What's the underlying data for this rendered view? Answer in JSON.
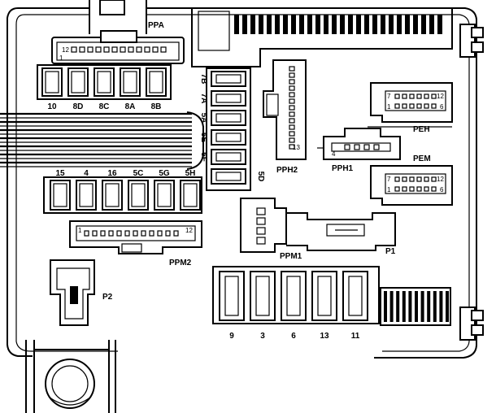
{
  "connectors": {
    "ppa": "PPA",
    "ppa_pin1": "1",
    "ppa_pin12": "12",
    "pph1": "PPH1",
    "pph1_pin": "4",
    "pph2": "PPH2",
    "pph2_pin": "13",
    "peh": "PEH",
    "peh_pin7": "7",
    "peh_pin12": "12",
    "peh_pin1": "1",
    "peh_pin6": "6",
    "pem": "PEM",
    "pem_pin7": "7",
    "pem_pin12": "12",
    "pem_pin1": "1",
    "pem_pin6": "6",
    "ppm1": "PPM1",
    "ppm2": "PPM2",
    "ppm2_pin1": "1",
    "ppm2_pin12": "12",
    "p1": "P1",
    "p2": "P2"
  },
  "fuse_rows": {
    "top": [
      "10",
      "8D",
      "8C",
      "8A",
      "8B"
    ],
    "middle": [
      "15",
      "4",
      "16",
      "5C",
      "5G",
      "5H"
    ],
    "vertical": [
      "7B",
      "7A",
      "5A",
      "5E",
      "5F",
      "5D"
    ],
    "bottom": [
      "9",
      "3",
      "6",
      "13",
      "11"
    ]
  }
}
